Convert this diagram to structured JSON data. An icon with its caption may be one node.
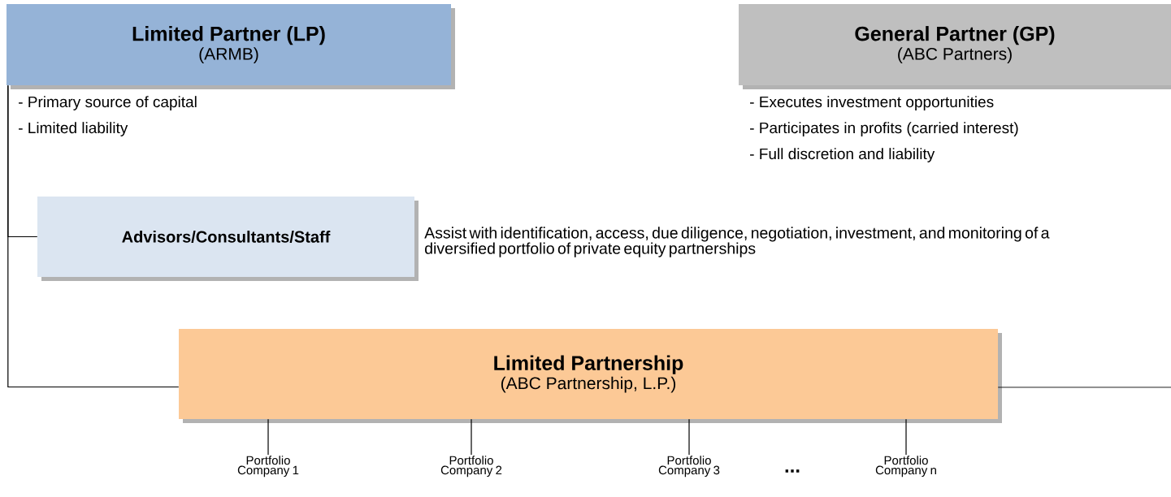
{
  "diagram": {
    "nodes": [
      {
        "text": [
          "Limited Partner (LP)",
          "(ARMB)"
        ],
        "beside": [
          "- Primary source of capital",
          "- Limited liability"
        ]
      },
      {
        "text": [
          "General Partner (GP)",
          "(ABC Partners)"
        ],
        "beside": [
          "- Executes investment opportunities",
          "- Participates in profits (carried interest)",
          "- Full discretion and liability"
        ]
      },
      {
        "text": [
          "Advisors/Consultants/Staff"
        ],
        "beside": [
          "Assist with identification, access, due diligence, negotiation, investment, and monitoring of a diversified portfolio of private equity partnerships"
        ]
      },
      {
        "text": [
          "Limited Partnership",
          "(ABC Partnership, L.P.)"
        ]
      },
      {
        "text": [
          "Portfolio Company 1"
        ]
      },
      {
        "text": [
          "Portfolio Company 2"
        ]
      },
      {
        "text": [
          "Portfolio Company 3"
        ]
      },
      {
        "text": [
          "Portfolio Company n"
        ]
      }
    ],
    "edges": [
      {
        "from": 0,
        "to": 2,
        "arrow": "none"
      },
      {
        "from": 0,
        "to": 3,
        "arrow": "none"
      },
      {
        "from": 3,
        "to": null,
        "arrow": "none"
      },
      {
        "from": 3,
        "to": 4,
        "arrow": "none"
      },
      {
        "from": 3,
        "to": 5,
        "arrow": "none"
      },
      {
        "from": 3,
        "to": 6,
        "arrow": "none"
      },
      {
        "from": 3,
        "to": 7,
        "arrow": "none"
      }
    ],
    "labels": [
      "..."
    ]
  }
}
